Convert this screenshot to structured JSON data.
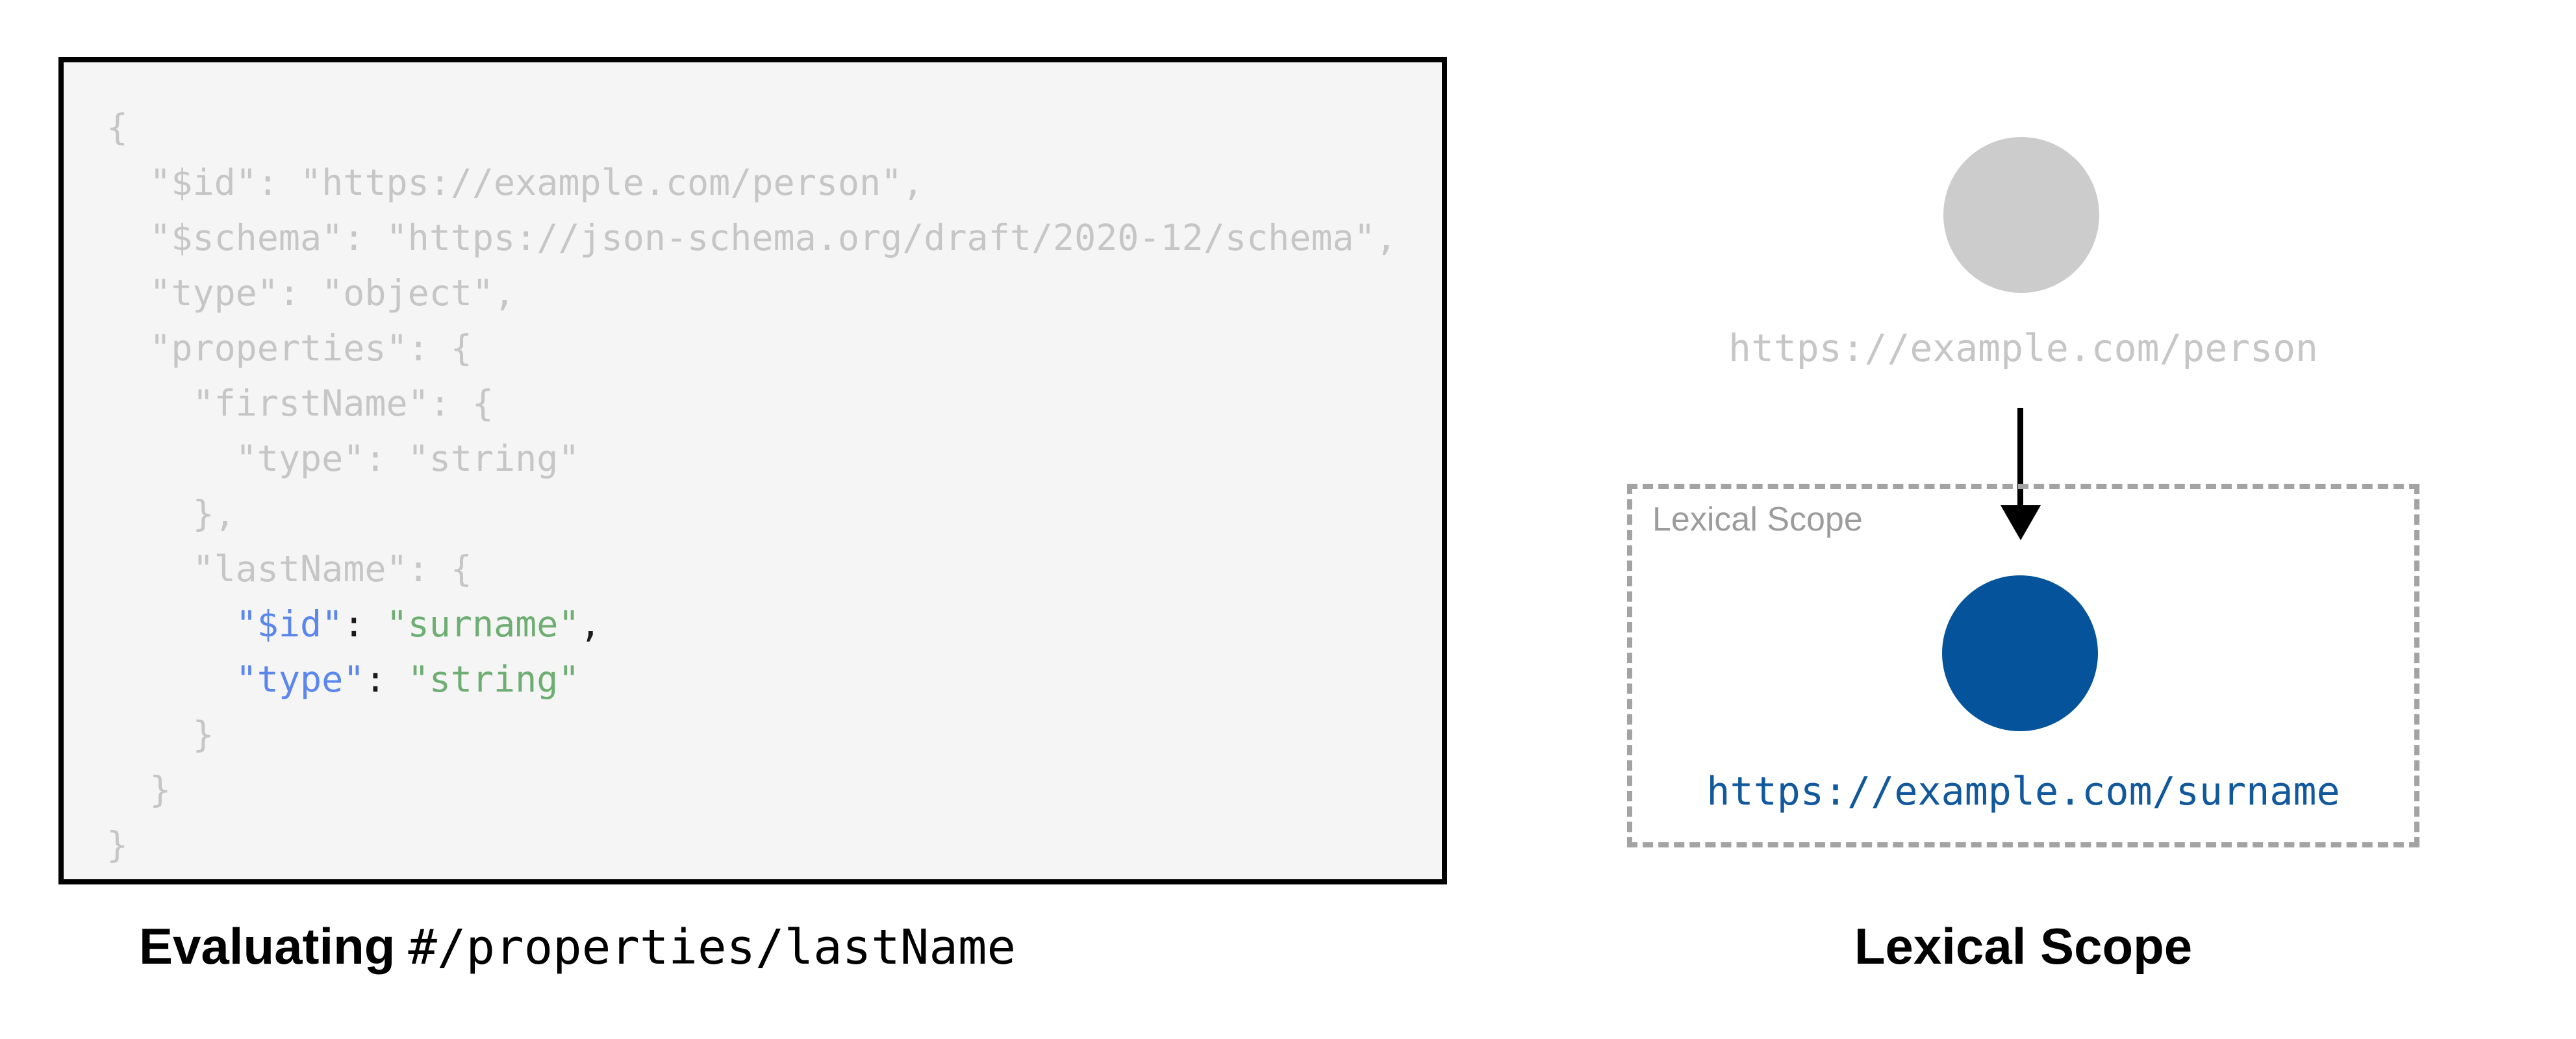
{
  "code_panel": {
    "lines": [
      [
        [
          "dim",
          "{"
        ]
      ],
      [
        [
          "dim",
          "  \"$id\": \"https://example.com/person\","
        ]
      ],
      [
        [
          "dim",
          "  \"$schema\": \"https://json-schema.org/draft/2020-12/schema\","
        ]
      ],
      [
        [
          "dim",
          "  \"type\": \"object\","
        ]
      ],
      [
        [
          "dim",
          "  \"properties\": {"
        ]
      ],
      [
        [
          "dim",
          "    \"firstName\": {"
        ]
      ],
      [
        [
          "dim",
          "      \"type\": \"string\""
        ]
      ],
      [
        [
          "dim",
          "    },"
        ]
      ],
      [
        [
          "dim",
          "    \"lastName\": {"
        ]
      ],
      [
        [
          "plain",
          "      "
        ],
        [
          "key",
          "\"$id\""
        ],
        [
          "plain",
          ": "
        ],
        [
          "str",
          "\"surname\""
        ],
        [
          "plain",
          ","
        ]
      ],
      [
        [
          "plain",
          "      "
        ],
        [
          "key",
          "\"type\""
        ],
        [
          "plain",
          ": "
        ],
        [
          "str",
          "\"string\""
        ]
      ],
      [
        [
          "dim",
          "    }"
        ]
      ],
      [
        [
          "dim",
          "  }"
        ]
      ],
      [
        [
          "dim",
          "}"
        ]
      ]
    ]
  },
  "captions": {
    "left_bold": "Evaluating",
    "left_path": "#/properties/lastName",
    "right": "Lexical Scope"
  },
  "diagram": {
    "parent_uri": "https://example.com/person",
    "scope_box_label": "Lexical Scope",
    "child_uri": "https://example.com/surname"
  },
  "colors": {
    "dim": "#c6c6c6",
    "dim-circle": "#cccccc",
    "panel-bg": "#f5f5f5",
    "panel-border": "#000000",
    "key-blue": "#5b86ec",
    "string-green": "#6fae73",
    "punct-black": "#1a1a1a",
    "scope-border": "#a3a3a3",
    "scope-label": "#9c9c9c",
    "node-blue": "#05539b",
    "uri-blue": "#11589d",
    "caption-black": "#000000"
  }
}
